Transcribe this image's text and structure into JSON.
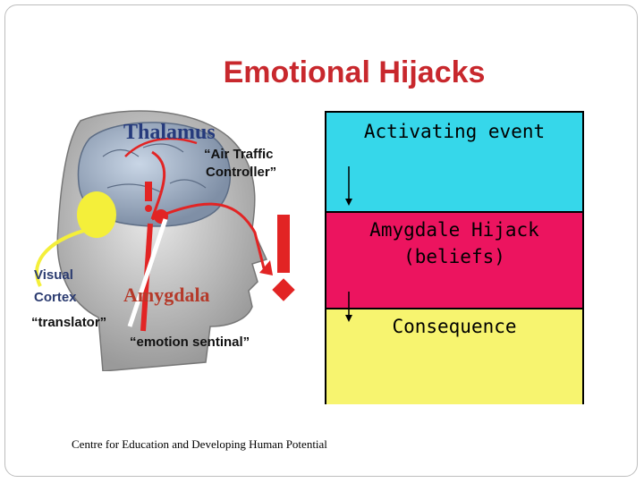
{
  "slide": {
    "title": "Emotional Hijacks",
    "footer": "Centre for Education and Developing Human Potential"
  },
  "brain_figure": {
    "thalamus": "Thalamus",
    "thalamus_sub1": "“Air Traffic",
    "thalamus_sub2": "Controller”",
    "visual1": "Visual",
    "visual2": "Cortex",
    "translator": "“translator”",
    "amygdala": "Amygdala",
    "sentinal": "“emotion sentinal”"
  },
  "flow": {
    "box1": "Activating event",
    "box2_line1": "Amygdale Hijack",
    "box2_line2": "(beliefs)",
    "box3": "Consequence",
    "colors": {
      "box1": "#36d7ea",
      "box2": "#ec145f",
      "box3": "#f7f46f"
    }
  }
}
